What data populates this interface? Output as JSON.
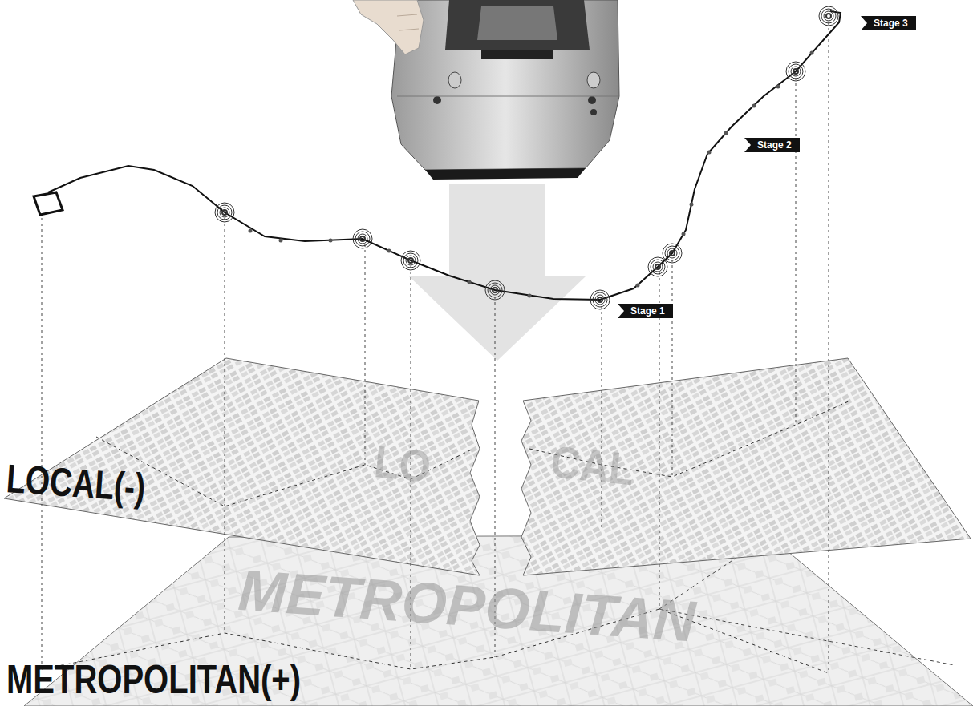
{
  "diagram": {
    "nodes": [
      {
        "text": [
          "Stage 3"
        ]
      },
      {
        "text": [
          "Stage 2"
        ]
      },
      {
        "text": [
          "Stage 1"
        ]
      }
    ],
    "labels": [
      "LOCAL(-)",
      "METROPOLITAN(+)",
      "METROPOLITAN",
      "LO",
      "CAL"
    ]
  }
}
